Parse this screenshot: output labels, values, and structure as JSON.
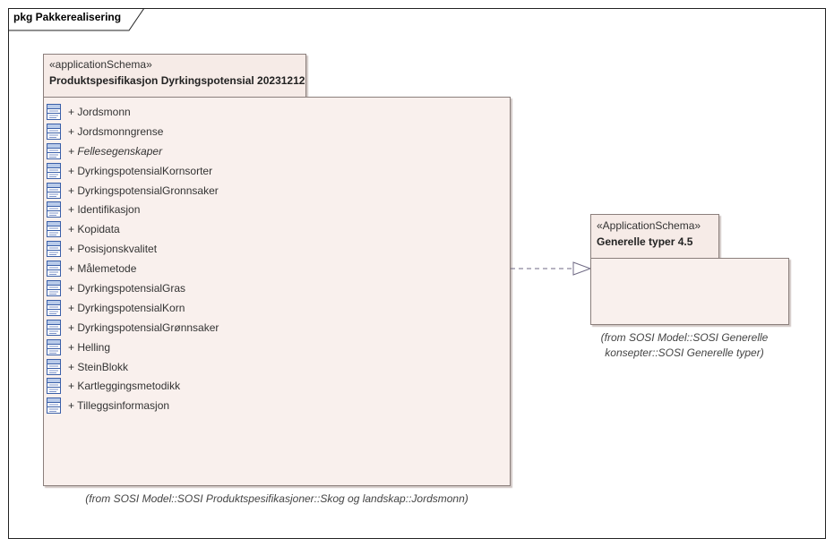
{
  "frame": {
    "label": "pkg Pakkerealisering"
  },
  "main_package": {
    "stereotype": "«applicationSchema»",
    "name": "Produktspesifikasjon Dyrkingspotensial 20231212",
    "items": [
      {
        "label": "+ Jordsmonn",
        "italic": false
      },
      {
        "label": "+ Jordsmonngrense",
        "italic": false
      },
      {
        "label": "+ Fellesegenskaper",
        "italic": true
      },
      {
        "label": "+ DyrkingspotensialKornsorter",
        "italic": false
      },
      {
        "label": "+ DyrkingspotensialGronnsaker",
        "italic": false
      },
      {
        "label": "+ Identifikasjon",
        "italic": false
      },
      {
        "label": "+ Kopidata",
        "italic": false
      },
      {
        "label": "+ Posisjonskvalitet",
        "italic": false
      },
      {
        "label": "+ Målemetode",
        "italic": false
      },
      {
        "label": "+ DyrkingspotensialGras",
        "italic": false
      },
      {
        "label": "+ DyrkingspotensialKorn",
        "italic": false
      },
      {
        "label": "+ DyrkingspotensialGrønnsaker",
        "italic": false
      },
      {
        "label": "+ Helling",
        "italic": false
      },
      {
        "label": "+ SteinBlokk",
        "italic": false
      },
      {
        "label": "+ Kartleggingsmetodikk",
        "italic": false
      },
      {
        "label": "+ Tilleggsinformasjon",
        "italic": false
      }
    ],
    "item_icon": "class-icon",
    "from": "(from SOSI Model::SOSI Produktspesifikasjoner::Skog og landskap::Jordsmonn)"
  },
  "target_package": {
    "stereotype": "«ApplicationSchema»",
    "name": "Generelle typer 4.5",
    "from_line1": "(from SOSI Model::SOSI Generelle",
    "from_line2": "konsepter::SOSI Generelle typer)"
  },
  "relation": {
    "type": "realization",
    "style": "dashed-hollow-triangle"
  },
  "colors": {
    "package_fill": "#f9f0ed",
    "package_tab_fill": "#f6ebe7",
    "border": "#8b7f7c",
    "icon_blue": "#3a5fa8"
  }
}
